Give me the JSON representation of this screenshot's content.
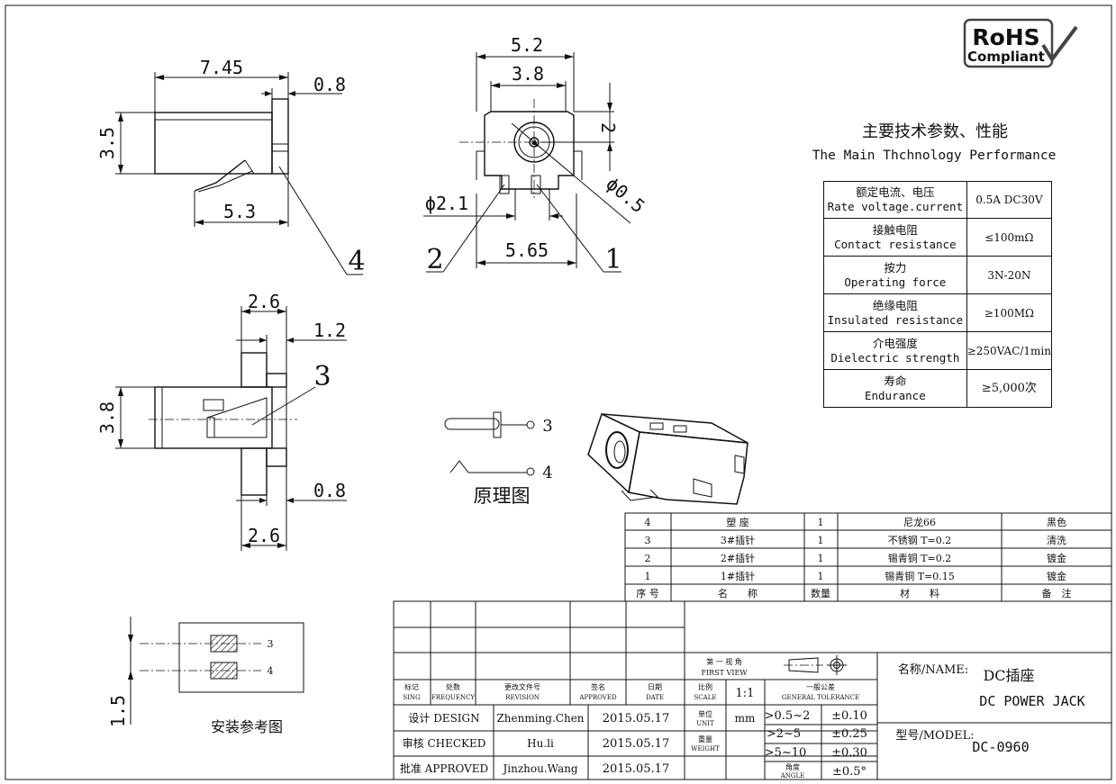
{
  "logo": {
    "line1": "RoHS",
    "line2": "Compliant"
  },
  "performance": {
    "title_cn": "主要技术参数、性能",
    "title_en": "The Main Thchnology Performance",
    "rows": [
      {
        "cn": "额定电流、电压",
        "en": "Rate voltage.current",
        "value": "0.5A DC30V"
      },
      {
        "cn": "接触电阻",
        "en": "Contact resistance",
        "value": "≤100mΩ"
      },
      {
        "cn": "按力",
        "en": "Operating force",
        "value": "3N-20N"
      },
      {
        "cn": "绝缘电阻",
        "en": "Insulated resistance",
        "value": "≥100MΩ"
      },
      {
        "cn": "介电强度",
        "en": "Dielectric strength",
        "value": "≥250VAC/1min"
      },
      {
        "cn": "寿命",
        "en": "Endurance",
        "value": "≥5,000次"
      }
    ]
  },
  "dimensions": {
    "side_width": "7.45",
    "side_tab": "0.8",
    "side_height": "3.5",
    "side_bottom": "5.3",
    "front_outer": "5.2",
    "front_inner": "3.8",
    "front_right": "2",
    "front_hole": "ϕ2.1",
    "front_pin": "ϕ0.5",
    "front_base": "5.65",
    "top_left": "2.6",
    "top_offset": "1.2",
    "top_height": "3.8",
    "top_tab": "0.8",
    "top_bottom": "2.6",
    "pcb_spacing": "1.5"
  },
  "callouts": {
    "c1": "1",
    "c2": "2",
    "c3": "3",
    "c4": "4",
    "schem3": "3",
    "schem4": "4",
    "pcb3": "3",
    "pcb4": "4"
  },
  "labels": {
    "schematic": "原理图",
    "pcb": "安装参考图"
  },
  "bom": {
    "rows": [
      {
        "no": "4",
        "name": "塑 座",
        "qty": "1",
        "material": "尼龙66",
        "note": "黑色"
      },
      {
        "no": "3",
        "name": "3#插针",
        "qty": "1",
        "material": "不锈钢 T=0.2",
        "note": "清洗"
      },
      {
        "no": "2",
        "name": "2#插针",
        "qty": "1",
        "material": "锡青铜 T=0.2",
        "note": "镀金"
      },
      {
        "no": "1",
        "name": "1#插针",
        "qty": "1",
        "material": "锡青铜 T=0.15",
        "note": "镀金"
      }
    ],
    "header": {
      "no": "序 号",
      "name": "名　　称",
      "qty": "数量",
      "material": "材　　料",
      "note": "备　注"
    }
  },
  "title_block": {
    "rev_headers": {
      "sign_cn": "标记",
      "sign_en": "SING",
      "freq_cn": "处数",
      "freq_en": "FREQUENCY",
      "rev_cn": "更改文件号",
      "rev_en": "REVISION",
      "appr_cn": "签名",
      "appr_en": "APPROVED",
      "date_cn": "日期",
      "date_en": "DATE"
    },
    "design_label": "设计 DESIGN",
    "design_name": "Zhenming.Chen",
    "design_date": "2015.05.17",
    "checked_label": "审核 CHECKED",
    "checked_name": "Hu.li",
    "checked_date": "2015.05.17",
    "approved_label": "批准 APPROVED",
    "approved_name": "Jinzhou.Wang",
    "approved_date": "2015.05.17",
    "view_cn": "第 一 视 角",
    "view_en": "FIRST VIEW",
    "scale_cn": "比例",
    "scale_en": "SCALE",
    "scale": "1:1",
    "tol_cn": "一般公差",
    "tol_en": "GENERAL TOLERANCE",
    "unit_cn": "单位",
    "unit_en": "UNIT",
    "unit": "mm",
    "weight_cn": "重量",
    "weight_en": "WEIGHT",
    "angle_cn": "角度",
    "angle_en": "ANGLE",
    "tolerances": [
      {
        "range": ">0.5~2",
        "tol": "±0.10"
      },
      {
        "range": ">2~5",
        "tol": "±0.25"
      },
      {
        "range": ">5~10",
        "tol": "±0.30"
      }
    ],
    "angle_tol": "±0.5°",
    "name_label": "名称/NAME:",
    "name_cn": "DC插座",
    "name_en": "DC POWER JACK",
    "model_label": "型号/MODEL:",
    "model": "DC-0960"
  }
}
